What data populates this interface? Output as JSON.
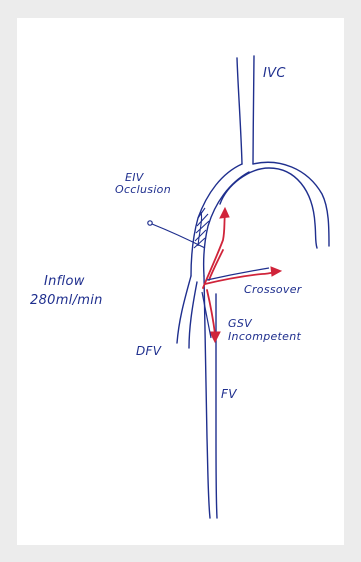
{
  "labels": {
    "ivc": "IVC",
    "eiv_occlusion_line1": "EIV",
    "eiv_occlusion_line2": "Occlusion",
    "crossover": "Crossover",
    "gsv_line1": "GSV",
    "gsv_line2": "Incompetent",
    "inflow_line1": "Inflow",
    "inflow_line2": "280ml/min",
    "dfv": "DFV",
    "fv": "FV"
  },
  "colors": {
    "ink_blue": "#1f2f8e",
    "ink_red": "#d0243a",
    "paper": "#ffffff",
    "background": "#ececec"
  }
}
